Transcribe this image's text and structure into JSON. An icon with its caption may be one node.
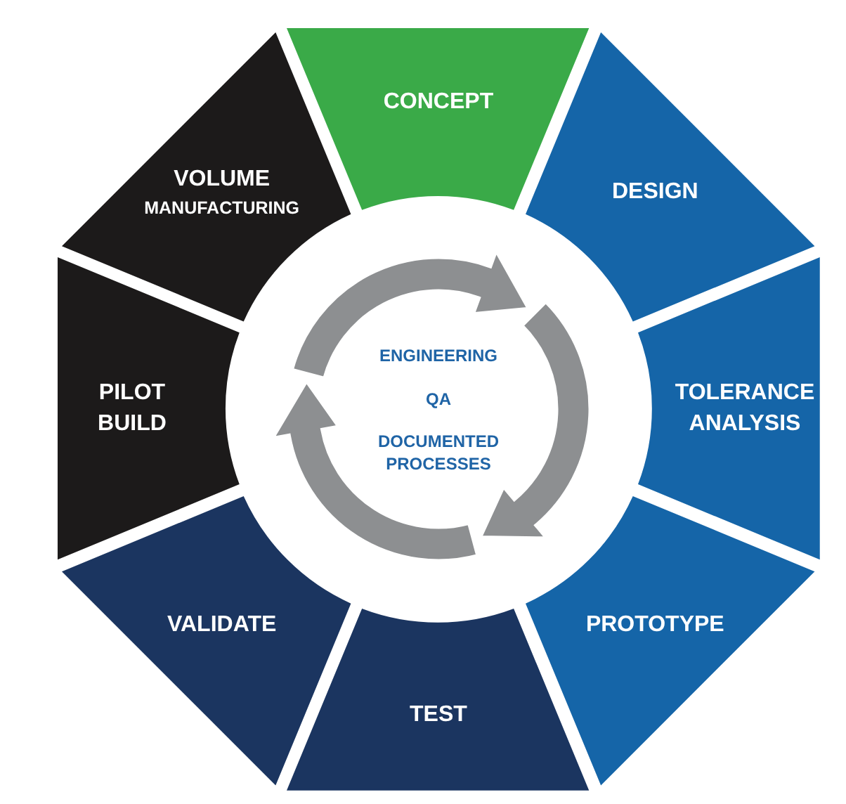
{
  "diagram": {
    "nodes": [
      {
        "text": [
          "CONCEPT"
        ]
      },
      {
        "text": [
          "DESIGN"
        ]
      },
      {
        "text": [
          "TOLERANCE ANALYSIS"
        ]
      },
      {
        "text": [
          "PROTOTYPE"
        ]
      },
      {
        "text": [
          "TEST"
        ]
      },
      {
        "text": [
          "VALIDATE"
        ]
      },
      {
        "text": [
          "PILOT BUILD"
        ]
      },
      {
        "text": [
          "VOLUME",
          "MANUFACTURING"
        ]
      },
      {
        "text": [
          "ENGINEERING",
          "QA",
          "DOCUMENTED PROCESSES"
        ]
      }
    ]
  }
}
